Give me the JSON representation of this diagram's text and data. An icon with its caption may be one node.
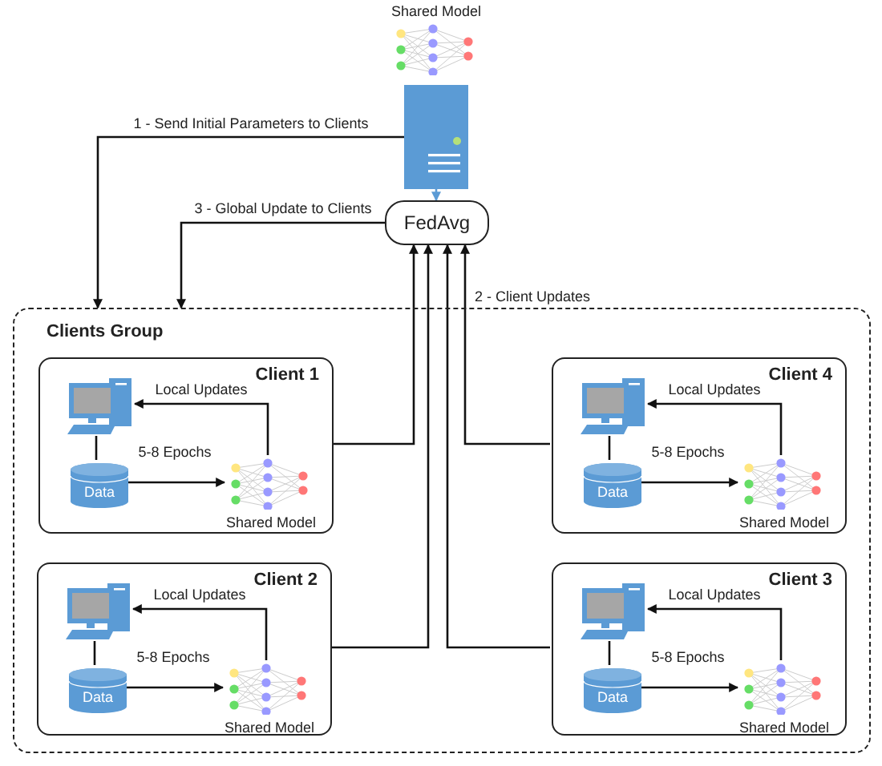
{
  "diagram": {
    "nodes": [
      {
        "text": [
          "Shared Model"
        ]
      },
      {
        "text": [],
        "shape": "picture"
      },
      {
        "text": [
          "FedAvg"
        ]
      },
      {
        "text": [
          "Clients Group"
        ]
      },
      {
        "text": [
          "Client 1"
        ],
        "in": 3
      },
      {
        "text": [],
        "shape": "picture",
        "in": 4
      },
      {
        "text": [
          "Data"
        ],
        "in": 4
      },
      {
        "text": [
          "Shared Model"
        ],
        "in": 4
      },
      {
        "text": [
          "Client 4"
        ],
        "in": 3
      },
      {
        "text": [],
        "shape": "picture",
        "in": 8
      },
      {
        "text": [
          "Data"
        ],
        "in": 8
      },
      {
        "text": [
          "Shared Model"
        ],
        "in": 8
      },
      {
        "text": [
          "Client 2"
        ],
        "in": 3
      },
      {
        "text": [],
        "shape": "picture",
        "in": 12
      },
      {
        "text": [
          "Data"
        ],
        "in": 12
      },
      {
        "text": [
          "Shared Model"
        ],
        "in": 12
      },
      {
        "text": [
          "Client 3"
        ],
        "in": 3
      },
      {
        "text": [],
        "shape": "picture",
        "in": 16
      },
      {
        "text": [
          "Data"
        ],
        "in": 16
      },
      {
        "text": [
          "Shared Model"
        ],
        "in": 16
      }
    ],
    "edges": [
      {
        "from": 1,
        "to": 3,
        "arrow": "to",
        "label": "1 - Send Initial Parameters to Clients"
      },
      {
        "from": 1,
        "to": 2,
        "arrow": "to",
        "color": "#5b9bd5"
      },
      {
        "from": 2,
        "to": 3,
        "arrow": "to",
        "label": "3 - Global Update to Clients"
      },
      {
        "from": 4,
        "to": 2,
        "arrow": "to"
      },
      {
        "from": 8,
        "to": 2,
        "arrow": "to",
        "label": "2 - Client Updates"
      },
      {
        "from": 12,
        "to": 2,
        "arrow": "to"
      },
      {
        "from": 16,
        "to": 2,
        "arrow": "to"
      },
      {
        "from": 6,
        "to": 7,
        "arrow": "to",
        "label": "5-8 Epochs"
      },
      {
        "from": 7,
        "to": 5,
        "arrow": "to",
        "label": "Local Updates"
      },
      {
        "from": 5,
        "to": 6,
        "arrow": "none"
      },
      {
        "from": 10,
        "to": 11,
        "arrow": "to",
        "label": "5-8 Epochs"
      },
      {
        "from": 11,
        "to": 9,
        "arrow": "to",
        "label": "Local Updates"
      },
      {
        "from": 9,
        "to": 10,
        "arrow": "none"
      },
      {
        "from": 14,
        "to": 15,
        "arrow": "to",
        "label": "5-8 Epochs"
      },
      {
        "from": 15,
        "to": 13,
        "arrow": "to",
        "label": "Local Updates"
      },
      {
        "from": 13,
        "to": 14,
        "arrow": "none"
      },
      {
        "from": 18,
        "to": 19,
        "arrow": "to",
        "label": "5-8 Epochs"
      },
      {
        "from": 19,
        "to": 17,
        "arrow": "to",
        "label": "Local Updates"
      },
      {
        "from": 17,
        "to": 18,
        "arrow": "none"
      }
    ]
  }
}
